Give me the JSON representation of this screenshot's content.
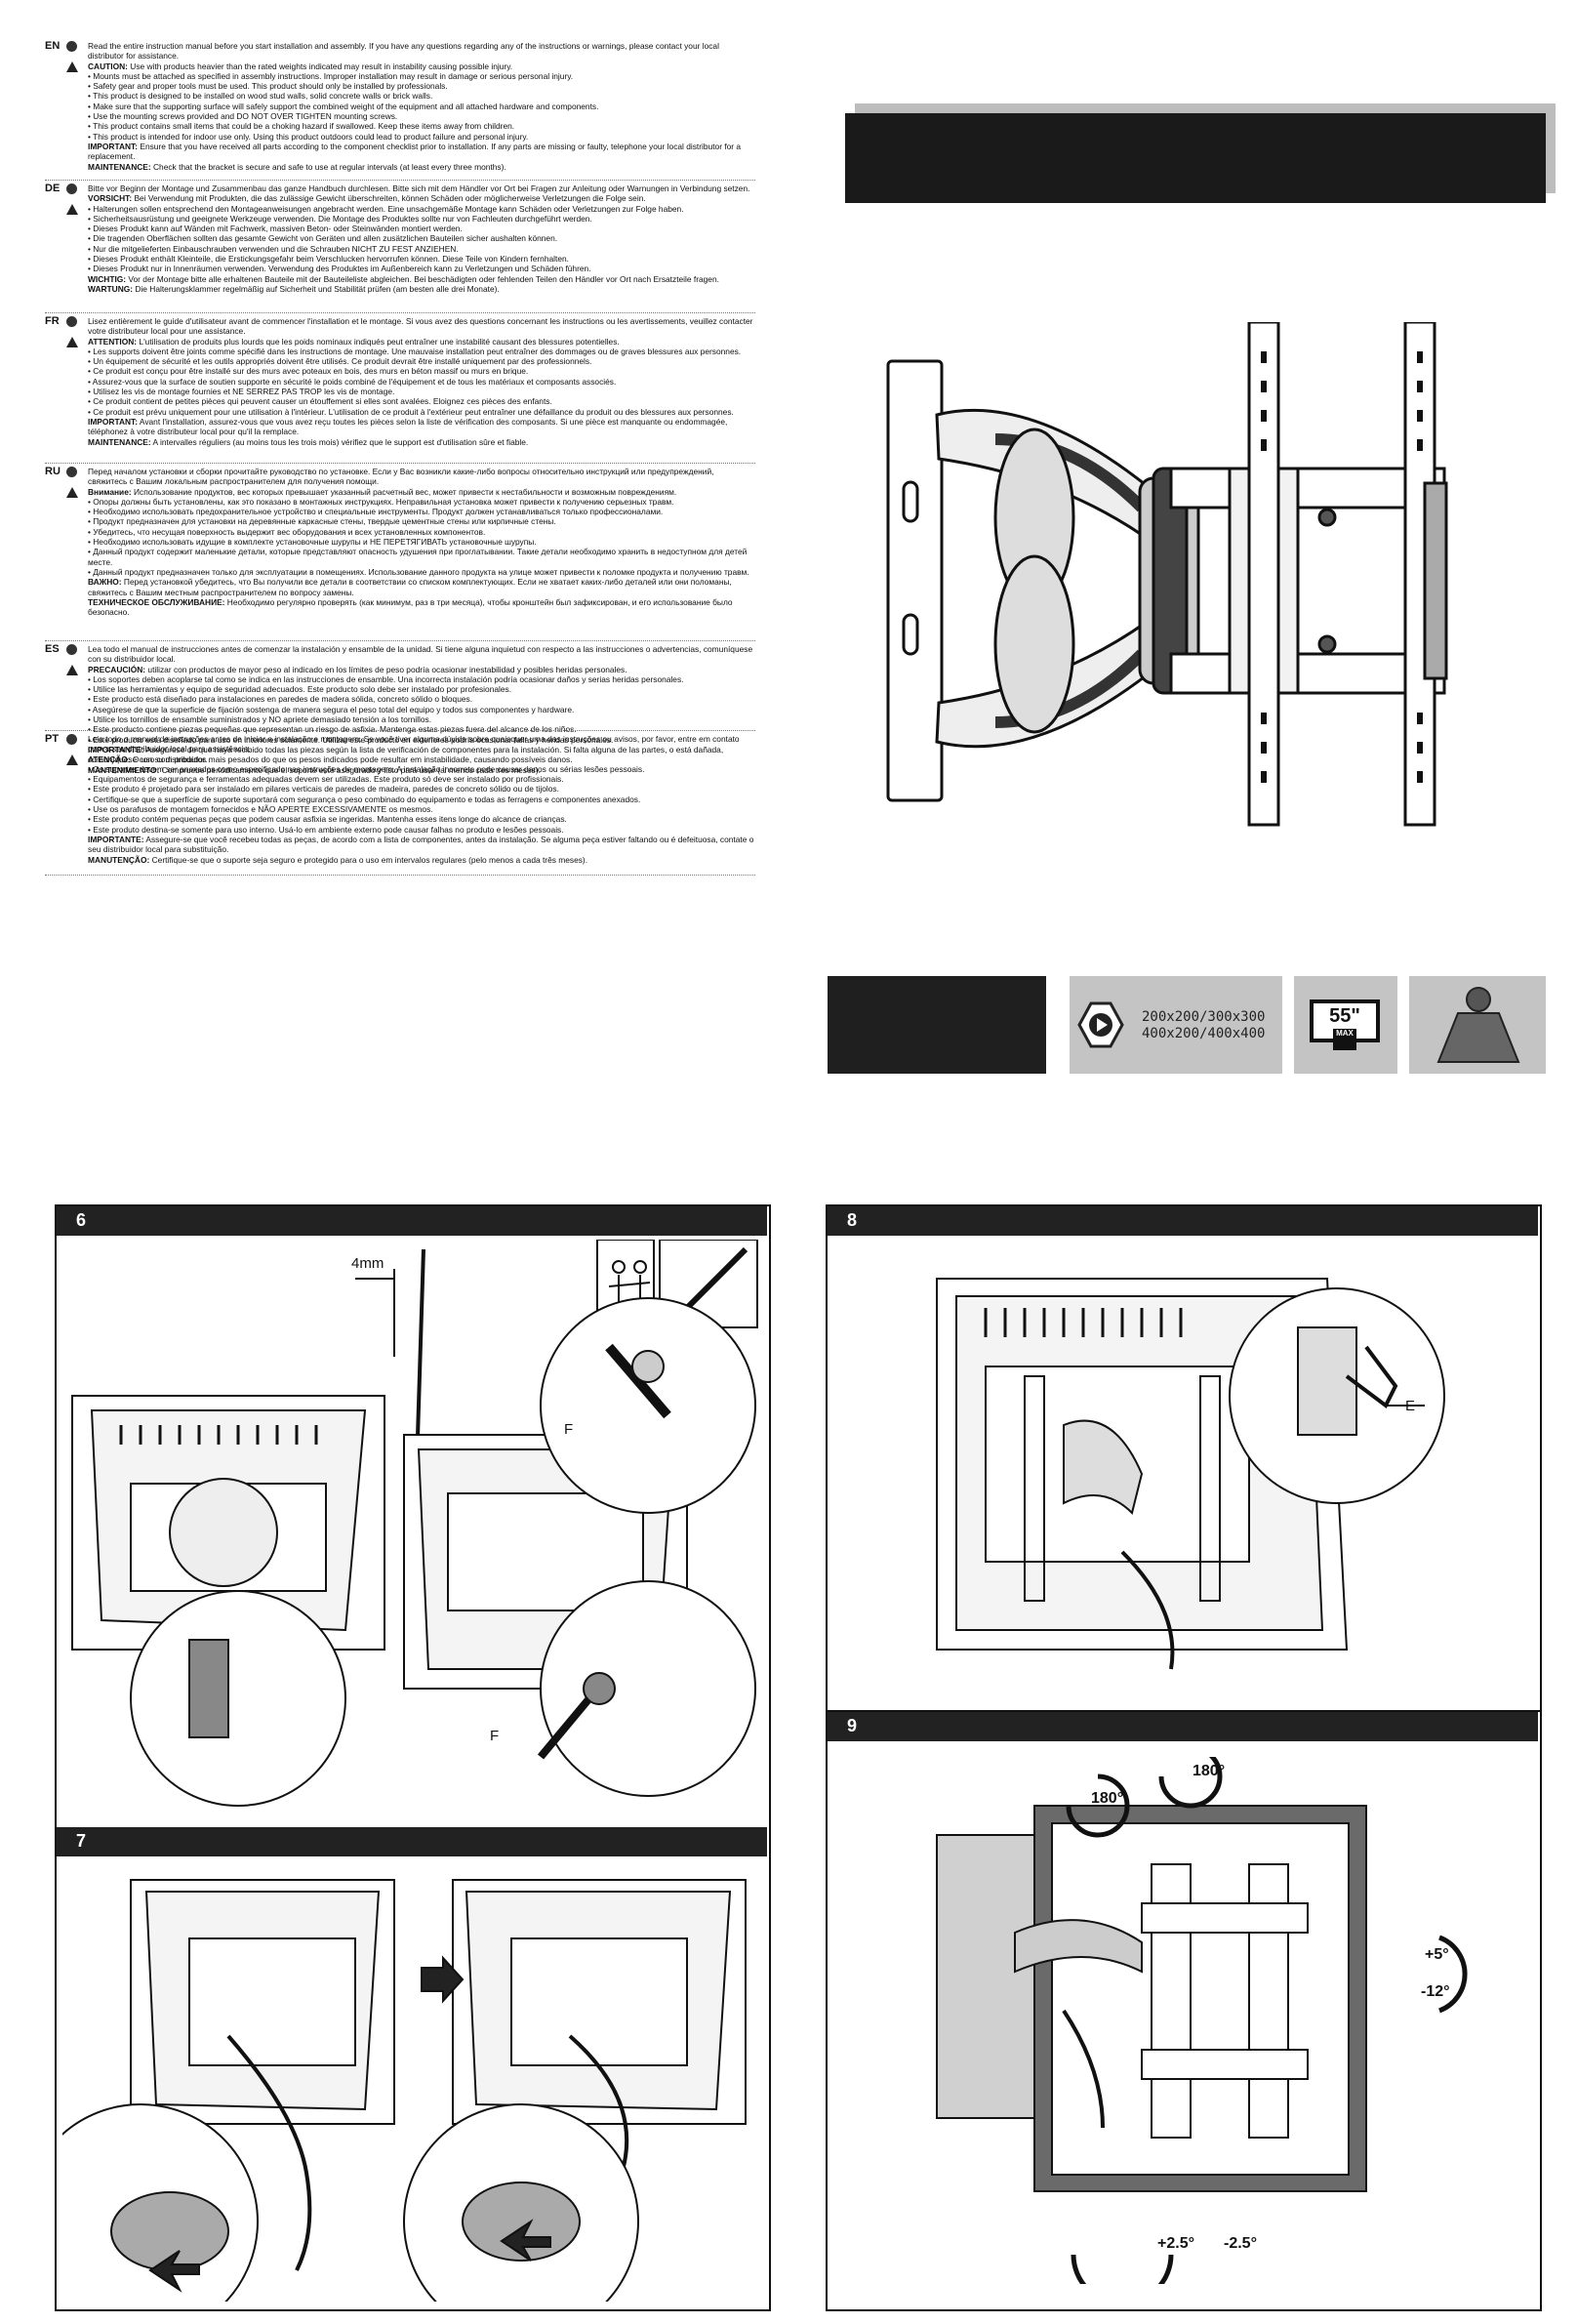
{
  "sections": [
    {
      "code": "EN",
      "paras": [
        {
          "bold": "",
          "text": "Read the entire instruction manual before you start installation and assembly. If you have any questions regarding any of the instructions or warnings, please contact your local distributor for assistance."
        },
        {
          "bold": "CAUTION:",
          "text": " Use with products heavier than the rated weights indicated may result in instability causing possible injury."
        },
        {
          "bold": "",
          "text": "• Mounts must be attached as specified in assembly instructions. Improper installation may result in damage or serious personal injury."
        },
        {
          "bold": "",
          "text": "• Safety gear and proper tools must be used. This product should only be installed by professionals."
        },
        {
          "bold": "",
          "text": "• This product is designed to be installed on wood stud walls, solid concrete walls or brick walls."
        },
        {
          "bold": "",
          "text": "• Make sure that the supporting surface will safely support the combined weight of the equipment and all attached hardware and components."
        },
        {
          "bold": "",
          "text": "• Use the mounting screws provided and DO NOT OVER TIGHTEN mounting screws."
        },
        {
          "bold": "",
          "text": "• This product contains small items that could be a choking hazard if swallowed. Keep these items away from children."
        },
        {
          "bold": "",
          "text": "• This product is intended for indoor use only. Using this product outdoors could lead to product failure and personal injury."
        },
        {
          "bold": "IMPORTANT:",
          "text": " Ensure that you have received all parts according to the component checklist prior to installation. If any parts are missing or faulty, telephone your local distributor for a replacement."
        },
        {
          "bold": "MAINTENANCE:",
          "text": " Check that the bracket is secure and safe to use at regular intervals (at least every three months)."
        }
      ]
    },
    {
      "code": "DE",
      "paras": [
        {
          "bold": "",
          "text": "Bitte vor Beginn der Montage und Zusammenbau das ganze Handbuch durchlesen. Bitte sich mit dem Händler vor Ort bei Fragen zur Anleitung oder Warnungen in Verbindung setzen."
        },
        {
          "bold": "VORSICHT:",
          "text": " Bei Verwendung mit Produkten, die das zulässige Gewicht überschreiten, können Schäden oder möglicherweise Verletzungen die Folge sein."
        },
        {
          "bold": "",
          "text": "• Halterungen sollen entsprechend den Montageanweisungen angebracht werden. Eine unsachgemäße Montage kann Schäden oder Verletzungen zur Folge haben."
        },
        {
          "bold": "",
          "text": "• Sicherheitsausrüstung und geeignete Werkzeuge verwenden. Die Montage des Produktes sollte nur von Fachleuten durchgeführt werden."
        },
        {
          "bold": "",
          "text": "• Dieses Produkt kann auf Wänden mit Fachwerk, massiven Beton- oder Steinwänden montiert werden."
        },
        {
          "bold": "",
          "text": "• Die tragenden Oberflächen sollten das gesamte Gewicht von Geräten und allen zusätzlichen Bauteilen sicher aushalten können."
        },
        {
          "bold": "",
          "text": "• Nur die mitgelieferten Einbauschrauben verwenden und die Schrauben NICHT ZU FEST ANZIEHEN."
        },
        {
          "bold": "",
          "text": "• Dieses Produkt enthält Kleinteile, die Erstickungsgefahr beim Verschlucken hervorrufen können. Diese Teile von Kindern fernhalten."
        },
        {
          "bold": "",
          "text": "• Dieses Produkt nur in Innenräumen verwenden. Verwendung des Produktes im Außenbereich kann zu Verletzungen und Schäden führen."
        },
        {
          "bold": "WICHTIG:",
          "text": " Vor der Montage bitte alle erhaltenen Bauteile mit der Bauteileliste abgleichen. Bei beschädigten oder fehlenden Teilen den Händler vor Ort nach Ersatzteile fragen."
        },
        {
          "bold": "WARTUNG:",
          "text": " Die Halterungsklammer regelmäßig auf Sicherheit und Stabilität prüfen (am besten alle drei Monate)."
        }
      ]
    },
    {
      "code": "FR",
      "paras": [
        {
          "bold": "",
          "text": "Lisez entièrement le guide d'utilisateur avant de commencer l'installation et le montage. Si vous avez des questions concernant les instructions ou les avertissements, veuillez contacter votre distributeur local pour une assistance."
        },
        {
          "bold": "ATTENTION:",
          "text": " L'utilisation de produits plus lourds que les poids nominaux indiqués peut entraîner une instabilité causant des blessures potentielles."
        },
        {
          "bold": "",
          "text": "• Les supports doivent être joints comme spécifié dans les instructions de montage. Une mauvaise installation peut entraîner des dommages ou de graves blessures aux personnes."
        },
        {
          "bold": "",
          "text": "• Un équipement de sécurité et les outils appropriés doivent être utilisés. Ce produit devrait être installé uniquement par des professionnels."
        },
        {
          "bold": "",
          "text": "• Ce produit est conçu pour être installé sur des murs avec poteaux en bois, des murs en béton massif ou murs en brique."
        },
        {
          "bold": "",
          "text": "• Assurez-vous que la surface de soutien supporte en sécurité le poids combiné de l'équipement et de tous les matériaux et composants associés."
        },
        {
          "bold": "",
          "text": "• Utilisez les vis de montage fournies et NE SERREZ PAS TROP les vis de montage."
        },
        {
          "bold": "",
          "text": "• Ce produit contient de petites pièces qui peuvent causer un étouffement si elles sont avalées. Eloignez ces pièces des enfants."
        },
        {
          "bold": "",
          "text": "• Ce produit est prévu uniquement pour une utilisation à l'intérieur. L'utilisation de ce produit à l'extérieur peut entraîner une défaillance du produit ou des blessures aux personnes."
        },
        {
          "bold": "IMPORTANT:",
          "text": " Avant l'installation, assurez-vous que vous avez reçu toutes les pièces selon la liste de vérification des composants. Si une pièce est manquante ou endommagée, téléphonez à votre distributeur local pour qu'il la remplace."
        },
        {
          "bold": "MAINTENANCE:",
          "text": " A intervalles réguliers (au moins tous les trois mois) vérifiez que le support est d'utilisation sûre et fiable."
        }
      ]
    },
    {
      "code": "RU",
      "paras": [
        {
          "bold": "",
          "text": "Перед началом установки и сборки прочитайте руководство по установке. Если у Вас возникли какие-либо вопросы относительно инструкций или предупреждений, свяжитесь с Вашим локальным распространителем для получения помощи."
        },
        {
          "bold": "Внимание:",
          "text": " Использование продуктов, вес которых превышает указанный расчетный вес, может привести к нестабильности и возможным повреждениям."
        },
        {
          "bold": "",
          "text": "• Опоры должны быть установлены, как это показано в монтажных инструкциях. Неправильная установка может привести к получению серьезных травм."
        },
        {
          "bold": "",
          "text": "• Необходимо использовать предохранительное устройство и специальные инструменты. Продукт должен устанавливаться только профессионалами."
        },
        {
          "bold": "",
          "text": "• Продукт предназначен для установки на деревянные каркасные стены, твердые цементные стены или кирпичные стены."
        },
        {
          "bold": "",
          "text": "• Убедитесь, что несущая поверхность выдержит вес оборудования и всех установленных компонентов."
        },
        {
          "bold": "",
          "text": "• Необходимо использовать идущие в комплекте установочные шурупы и НЕ ПЕРЕТЯГИВАТЬ установочные шурупы."
        },
        {
          "bold": "",
          "text": "• Данный продукт содержит маленькие детали, которые представляют опасность удушения при проглатывании. Такие детали необходимо хранить в недоступном для детей месте."
        },
        {
          "bold": "",
          "text": "• Данный продукт предназначен только для эксплуатации в помещениях. Использование данного продукта на улице может привести к поломке продукта и получению травм."
        },
        {
          "bold": "ВАЖНО:",
          "text": " Перед установкой убедитесь, что Вы получили все детали в соответствии со списком комплектующих. Если не хватает каких-либо деталей или они поломаны, свяжитесь с Вашим местным распространителем по вопросу замены."
        },
        {
          "bold": "ТЕХНИЧЕСКОЕ ОБСЛУЖИВАНИЕ:",
          "text": " Необходимо регулярно проверять (как минимум, раз в три месяца), чтобы кронштейн был зафиксирован, и его использование было безопасно."
        }
      ]
    },
    {
      "code": "ES",
      "paras": [
        {
          "bold": "",
          "text": "Lea todo el manual de instrucciones antes de comenzar la instalación y ensamble de la unidad. Si tiene alguna inquietud con respecto a las instrucciones o advertencias, comuníquese con su distribuidor local."
        },
        {
          "bold": "PRECAUCIÓN:",
          "text": " utilizar con productos de mayor peso al indicado en los límites de peso podría ocasionar inestabilidad y posibles heridas personales."
        },
        {
          "bold": "",
          "text": "• Los soportes deben acoplarse tal como se indica en las instrucciones de ensamble. Una incorrecta instalación podría ocasionar daños y serias heridas personales."
        },
        {
          "bold": "",
          "text": "• Utilice las herramientas y equipo de seguridad adecuados. Este producto solo debe ser instalado por profesionales."
        },
        {
          "bold": "",
          "text": "• Este producto está diseñado para instalaciones en paredes de madera sólida, concreto sólido o bloques."
        },
        {
          "bold": "",
          "text": "• Asegúrese de que la superficie de fijación sostenga de manera segura el peso total del equipo y todos sus componentes y hardware."
        },
        {
          "bold": "",
          "text": "• Utilice los tornillos de ensamble suministrados y NO apriete demasiado tensión a los tornillos."
        },
        {
          "bold": "",
          "text": "• Este producto contiene piezas pequeñas que representan un riesgo de asfixia. Mantenga estas piezas fuera del alcance de los niños."
        },
        {
          "bold": "",
          "text": "• Este producto está diseñado para uso en interiores solamente. Utilizar este producto en exteriores podría ocasionar fallas y heridas personales."
        },
        {
          "bold": "IMPORTANTE:",
          "text": " Asegúrese de que haya recibido todas las piezas según la lista de verificación de componentes para la instalación. Si falta alguna de las partes, o está dañada, comuníquese con su distribuidor."
        },
        {
          "bold": "MANTENIMIENTO:",
          "text": " Compruebe periódicamente que el soporte esté asegurado y listo para usar (al menos cada tres meses)."
        }
      ]
    },
    {
      "code": "PT",
      "paras": [
        {
          "bold": "",
          "text": "Leia todo o manual de instruções antes de iniciar a instalação e montagem. Se você tiver alguma dúvida sobre quaisquer uma das instruções ou avisos, por favor, entre em contato com o seu distribuidor local para assistência."
        },
        {
          "bold": "ATENÇÃO:",
          "text": " O uso com produtos mais pesados do que os pesos indicados pode resultar em instabilidade, causando possíveis danos."
        },
        {
          "bold": "",
          "text": "• Os suportes devem ser anexados como especificado nas instruções de montagem. A instalação incorreta pode causar danos ou sérias lesões pessoais."
        },
        {
          "bold": "",
          "text": "• Equipamentos de segurança e ferramentas adequadas devem ser utilizadas. Este produto só deve ser instalado por profissionais."
        },
        {
          "bold": "",
          "text": "• Este produto é projetado para ser instalado em pilares verticais de paredes de madeira, paredes de concreto sólido ou de tijolos."
        },
        {
          "bold": "",
          "text": "• Certifique-se que a superfície de suporte suportará com segurança o peso combinado do equipamento e todas as ferragens e componentes anexados."
        },
        {
          "bold": "",
          "text": "• Use os parafusos de montagem fornecidos e NÃO APERTE EXCESSIVAMENTE os mesmos."
        },
        {
          "bold": "",
          "text": "• Este produto contém pequenas peças que podem causar asfixia se ingeridas. Mantenha esses itens longe do alcance de crianças."
        },
        {
          "bold": "",
          "text": "• Este produto destina-se somente para uso interno. Usá-lo em ambiente externo pode causar falhas no produto e lesões pessoais."
        },
        {
          "bold": "IMPORTANTE:",
          "text": " Assegure-se que você recebeu todas as peças, de acordo com a lista de componentes, antes da instalação. Se alguma peça estiver faltando ou é defeituosa, contate o seu distribuidor local para substituição."
        },
        {
          "bold": "MANUTENÇÃO:",
          "text": " Certifique-se que o suporte seja seguro e protegido para o uso em intervalos regulares (pelo menos a cada três meses)."
        }
      ]
    }
  ],
  "specs": {
    "vesa_line1": "200x200/300x300",
    "vesa_line2": "400x200/400x400",
    "screen_size": "55\"",
    "screen_max": "MAX"
  },
  "steps": {
    "s6": {
      "number": "6",
      "measure": "4mm",
      "part_f1": "F",
      "part_f2": "F"
    },
    "s7": {
      "number": "7"
    },
    "s8": {
      "number": "8",
      "part_e": "E"
    },
    "s9": {
      "number": "9",
      "rot_left": "180°",
      "rot_right": "180°",
      "tilt_up": "+5°",
      "tilt_down": "-12°",
      "level_plus": "+2.5°",
      "level_minus": "-2.5°"
    }
  },
  "colors": {
    "dark": "#1a1a1a",
    "spec_grey": "#c4c4c4",
    "wall_grey": "#d0d0d0",
    "tv_frame": "#6a6a6a"
  }
}
